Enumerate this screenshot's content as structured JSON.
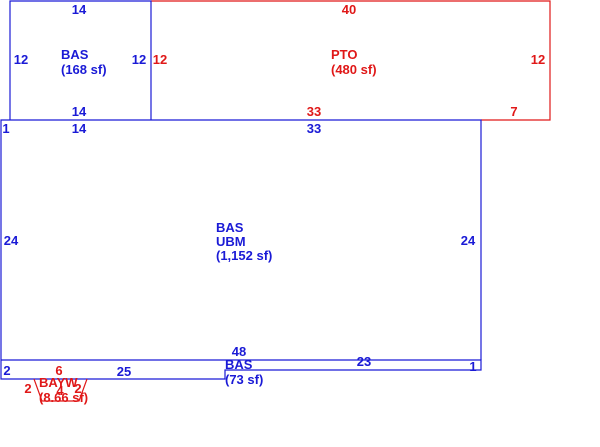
{
  "areas": {
    "bas_small": {
      "label": "BAS",
      "area": "(168 sf)",
      "dims": {
        "top": "14",
        "left": "12",
        "right": "12",
        "bottom": "14"
      }
    },
    "pto": {
      "label": "PTO",
      "area": "(480 sf)",
      "dims": {
        "top": "40",
        "left": "12",
        "right": "12",
        "bottom_left": "33",
        "bottom_right": "7"
      }
    },
    "bas_main": {
      "label": "BAS",
      "sublabel": "UBM",
      "area": "(1,152 sf)",
      "dims": {
        "top_left_corner": "1",
        "top_left": "14",
        "top_mid": "33",
        "left": "24",
        "right": "24",
        "bottom": "48"
      }
    },
    "bas_strip": {
      "label": "BAS",
      "area": "(73 sf)",
      "dims": {
        "left": "2",
        "bottom": "25",
        "right_top": "23",
        "right": "1"
      }
    },
    "bay_window": {
      "label": "BAYW",
      "area": "(8.66 sf)",
      "dims": {
        "top": "6",
        "left": "2",
        "mid": "4",
        "right": "2"
      }
    }
  },
  "colors": {
    "blue": "#1a1ad6",
    "red": "#e01818"
  }
}
